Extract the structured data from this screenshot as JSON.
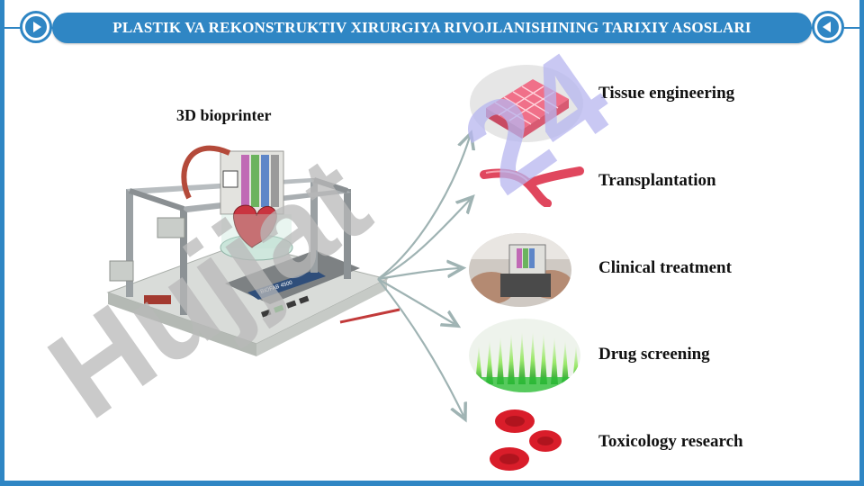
{
  "header": {
    "title": "PLASTIK VA REKONSTRUKTIV XIRURGIYA RIVOJLANISHINING TARIXIY ASOSLARI"
  },
  "printer": {
    "label": "3D bioprinter",
    "model_text": "BIOFAB 4500"
  },
  "applications": [
    {
      "label": "Tissue engineering",
      "icon": "tissue-scaffold"
    },
    {
      "label": "Transplantation",
      "icon": "blood-vessel"
    },
    {
      "label": "Clinical treatment",
      "icon": "handheld-bioprinter"
    },
    {
      "label": "Drug screening",
      "icon": "green-microfluidic-array"
    },
    {
      "label": "Toxicology research",
      "icon": "red-blood-cells"
    }
  ],
  "watermark": {
    "text": "Hujjat 24"
  },
  "colors": {
    "accent": "#2f86c4",
    "arrow": "#9fb3b3",
    "tissue": "#e8536b",
    "vessel": "#e0475e",
    "cells": "#d91d2a",
    "drug": "#3fd34a",
    "watermark_gray": "#b9b9b9",
    "watermark_violet": "#b7b6f0"
  }
}
